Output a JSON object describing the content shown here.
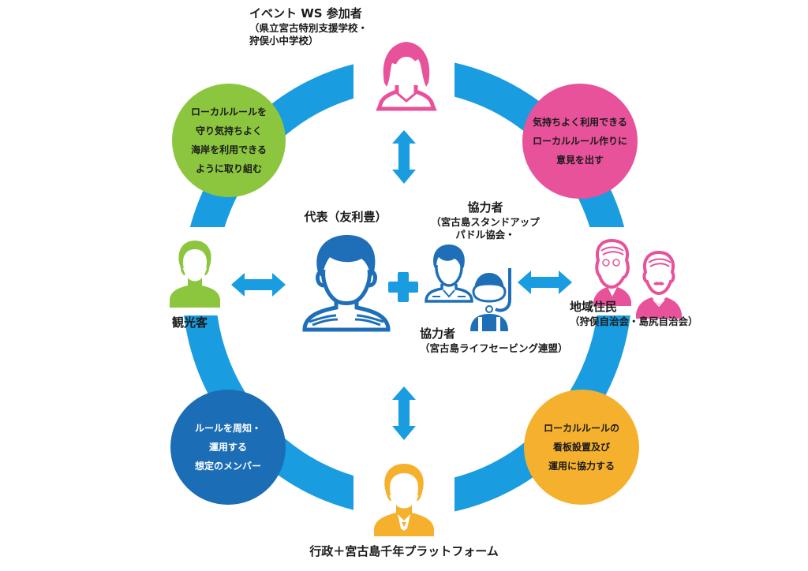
{
  "colors": {
    "ring": "#1a9ce0",
    "arrow": "#1a9ce0",
    "green": "#8cc63e",
    "pink": "#e8529a",
    "navy": "#1b6db5",
    "orange": "#f5b12e",
    "leader": "#1e6fb8"
  },
  "top_label": {
    "title": "イベント WS 参加者",
    "sub1": "（県立宮古特別支援学校・",
    "sub2": "狩俣小中学校）"
  },
  "leader_label": {
    "title": "代表（友利豊）"
  },
  "partner_sup": {
    "title": "協力者",
    "sub1": "（宮古島スタンドアップ",
    "sub2": "パドル協会・"
  },
  "partner_lifesaving": {
    "title": "協力者",
    "sub1": "（宮古島ライフセービング連盟）"
  },
  "left_label": {
    "title": "観光客"
  },
  "right_label": {
    "title": "地域住民",
    "sub1": "（狩俣自治会・島尻自治会）"
  },
  "bottom_label": {
    "title": "行政＋宮古島千年プラットフォーム"
  },
  "bubbles": {
    "green": [
      "ローカルルールを",
      "守り気持ちよく",
      "海岸を利用できる",
      "ように取り組む"
    ],
    "pink": [
      "気持ちよく利用できる",
      "ローカルルール作りに",
      "意見を出す"
    ],
    "navy": [
      "ルールを周知・",
      "運用する",
      "想定のメンバー"
    ],
    "orange": [
      "ローカルルールの",
      "看板設置及び",
      "運用に協力する"
    ]
  },
  "icons": {
    "top": "female-person-icon",
    "left": "tourist-person-icon",
    "right": "elderly-couple-icon",
    "bottom": "government-person-icon",
    "leader": "leader-person-icon",
    "sup": "sup-partner-person-icon",
    "diver": "diver-snorkel-icon",
    "plus": "plus-icon"
  }
}
